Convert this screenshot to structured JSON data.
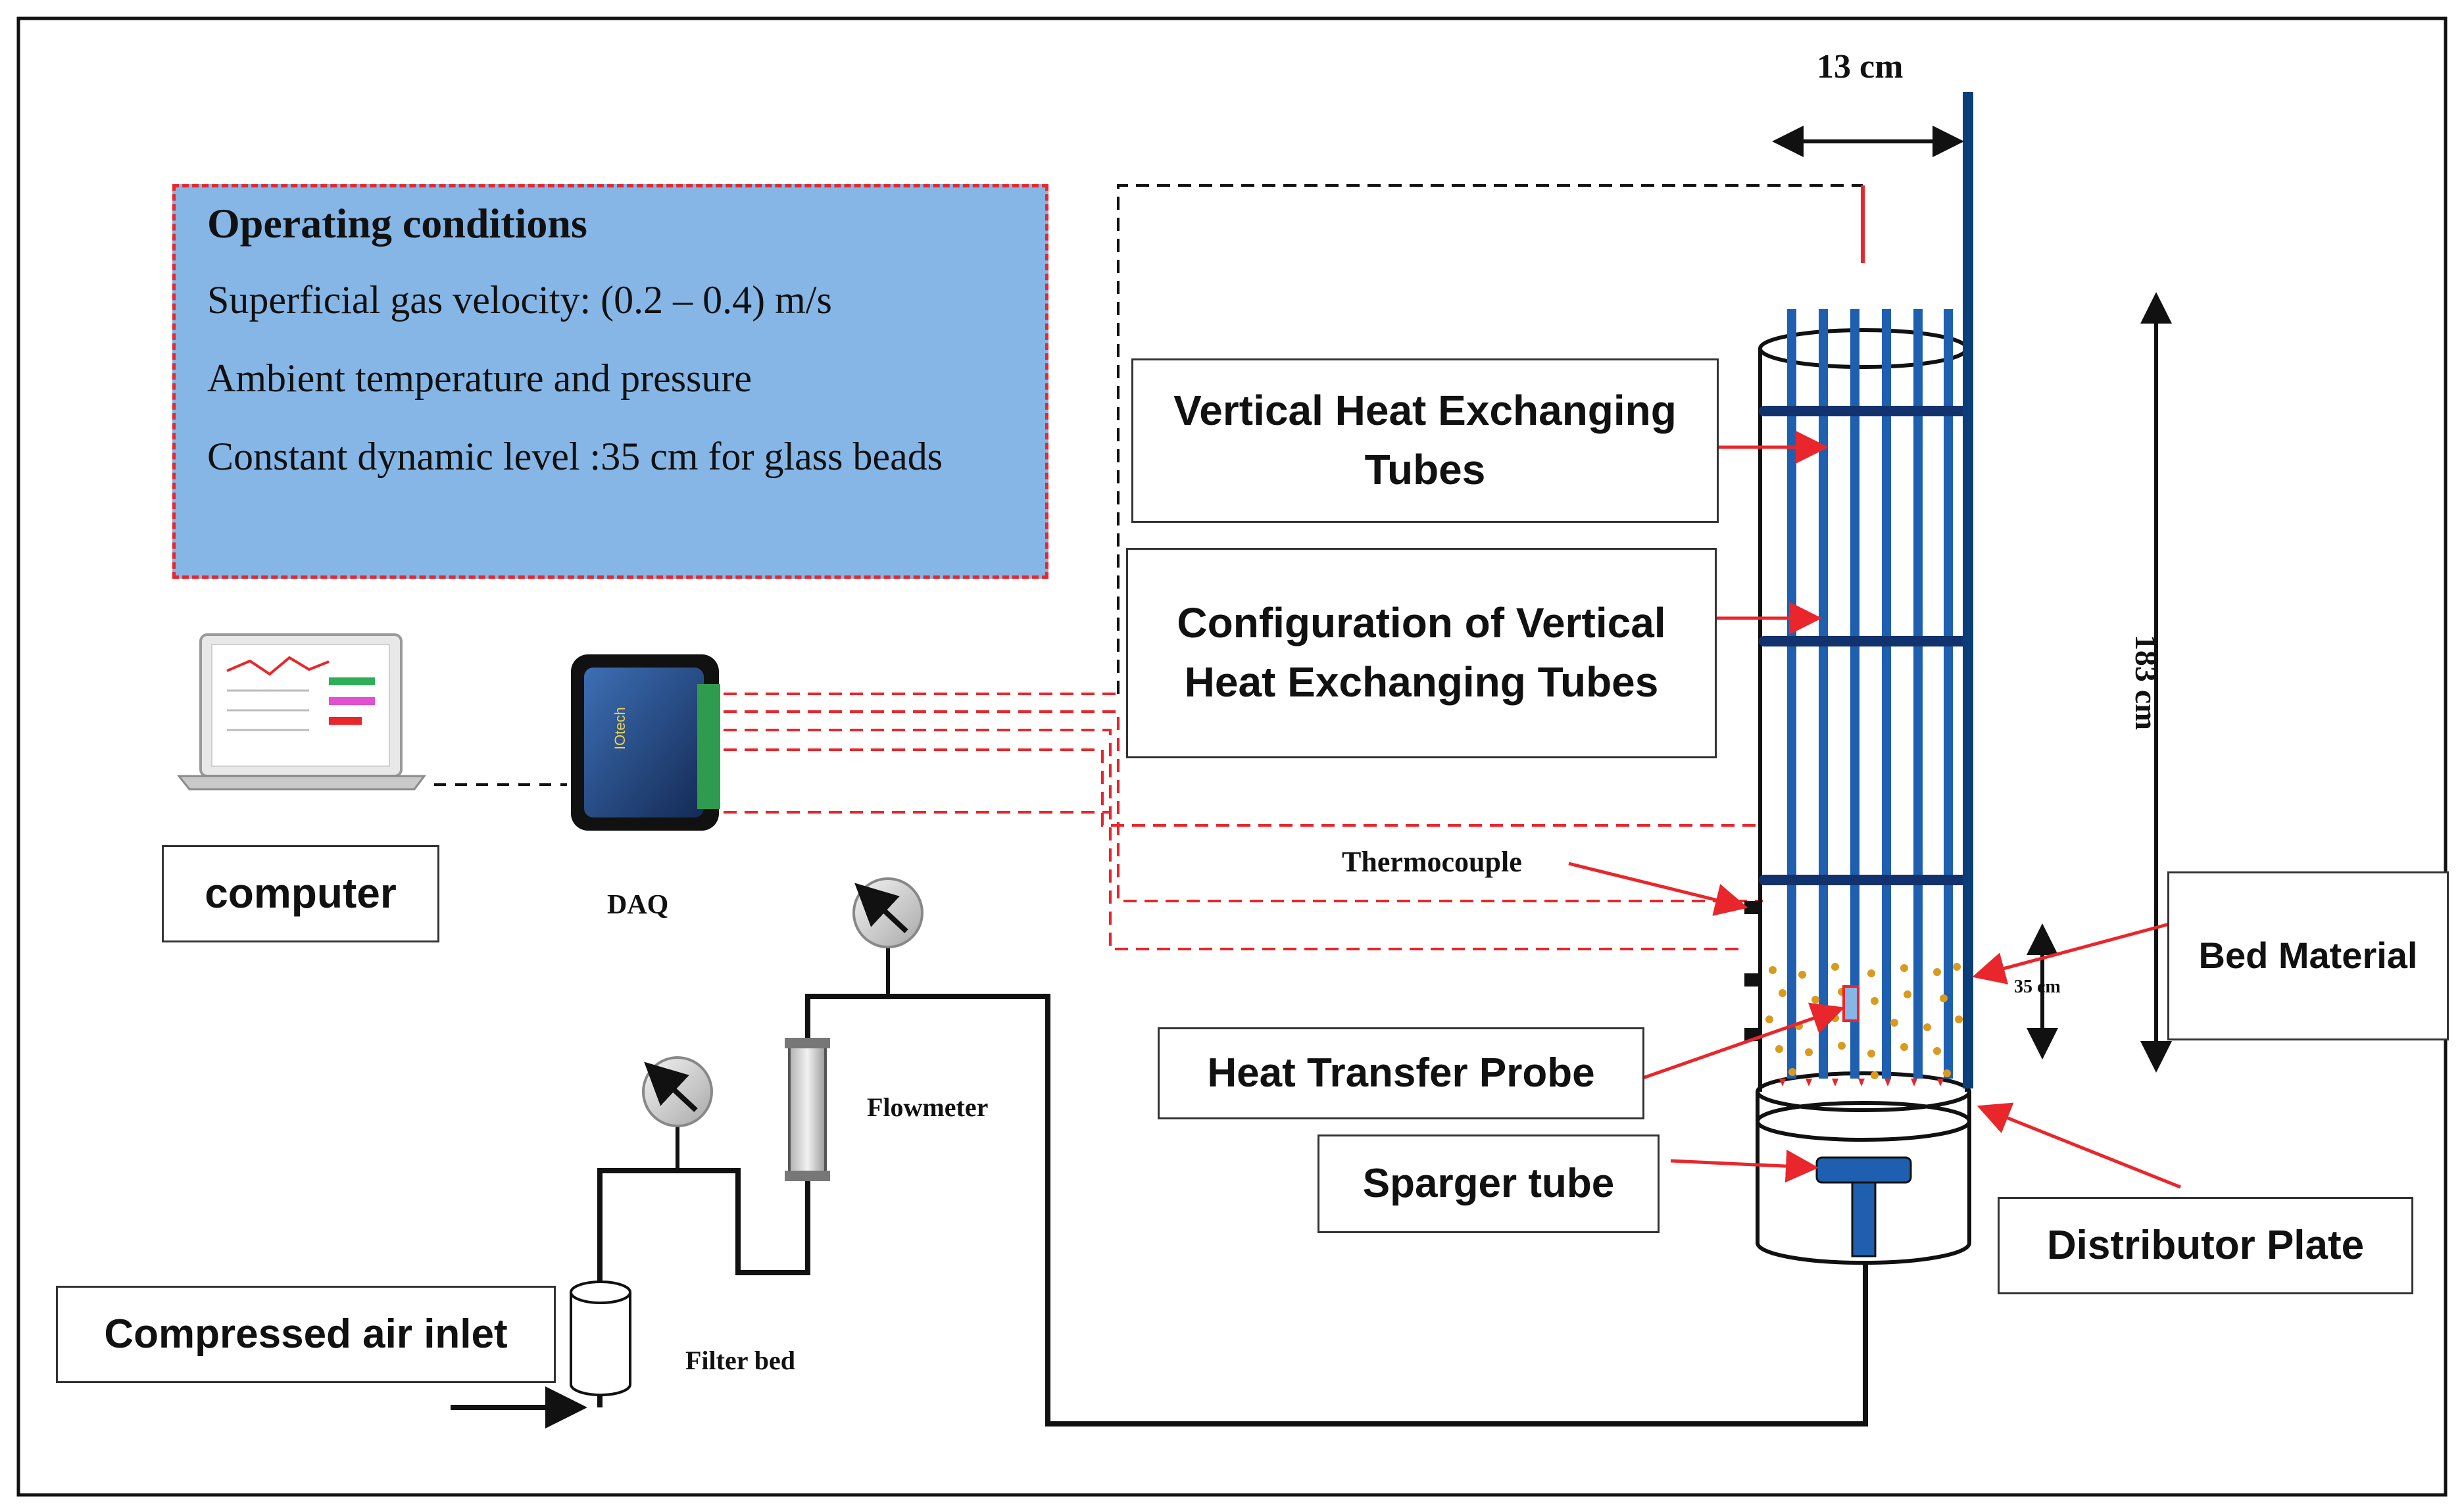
{
  "operating_conditions": {
    "title": "Operating conditions",
    "lines": [
      "Superficial gas velocity: (0.2 – 0.4) m/s",
      "Ambient temperature and pressure",
      "Constant dynamic level :35 cm for glass beads"
    ]
  },
  "labels": {
    "width_dimension": "13 cm",
    "height_dimension": "183 cm",
    "bed_height_dimension": "35 cm",
    "vertical_tubes": "Vertical Heat Exchanging Tubes",
    "configuration": "Configuration of Vertical Heat Exchanging Tubes",
    "thermocouple": "Thermocouple",
    "bed_material": "Bed Material",
    "heat_transfer_probe": "Heat Transfer Probe",
    "sparger_tube": "Sparger tube",
    "distributor_plate": "Distributor Plate",
    "computer": "computer",
    "daq": "DAQ",
    "flowmeter": "Flowmeter",
    "filter_bed": "Filter bed",
    "compressed_air_inlet": "Compressed air inlet"
  },
  "colors": {
    "signal_line": "#e8262b",
    "tube_blue": "#1f5fb0",
    "spacer_navy": "#12326e",
    "particle_orange": "#d99a1e",
    "conditions_fill": "#85b6e6"
  },
  "icons": [
    "laptop-icon",
    "daq-device-icon",
    "pressure-gauge-icon",
    "flowmeter-icon",
    "filter-icon"
  ]
}
